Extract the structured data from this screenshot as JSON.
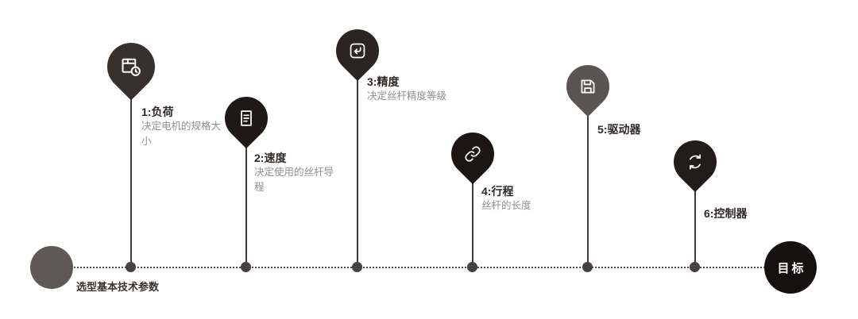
{
  "diagram": {
    "start": {
      "label": "选型基本技术参数"
    },
    "end": {
      "label": "目标"
    },
    "colors": {
      "timeline": "#56504e",
      "dot": "#474140",
      "stem": "#3f3a38",
      "start_circle": "#5e5957",
      "end_circle": "#161110",
      "label_text": "#2e2927",
      "description_text": "#8f8f8f",
      "icon_stroke": "#ffffff"
    },
    "milestones": [
      {
        "label": "1:负荷",
        "description": "决定电机的规格大小",
        "icon": "package-clock-icon",
        "color": "#38302d"
      },
      {
        "label": "2:速度",
        "description": "决定使用的丝杆导程",
        "icon": "clipboard-icon",
        "color": "#1f1816"
      },
      {
        "label": "3:精度",
        "description": "决定丝杆精度等级",
        "icon": "import-arrow-icon",
        "color": "#2a2422"
      },
      {
        "label": "4:行程",
        "description": "丝杆的长度",
        "icon": "link-icon",
        "color": "#1b1513"
      },
      {
        "label": "5:驱动器",
        "description": "",
        "icon": "save-icon",
        "color": "#5a5553"
      },
      {
        "label": "6:控制器",
        "description": "",
        "icon": "refresh-icon",
        "color": "#221c1a"
      }
    ]
  }
}
